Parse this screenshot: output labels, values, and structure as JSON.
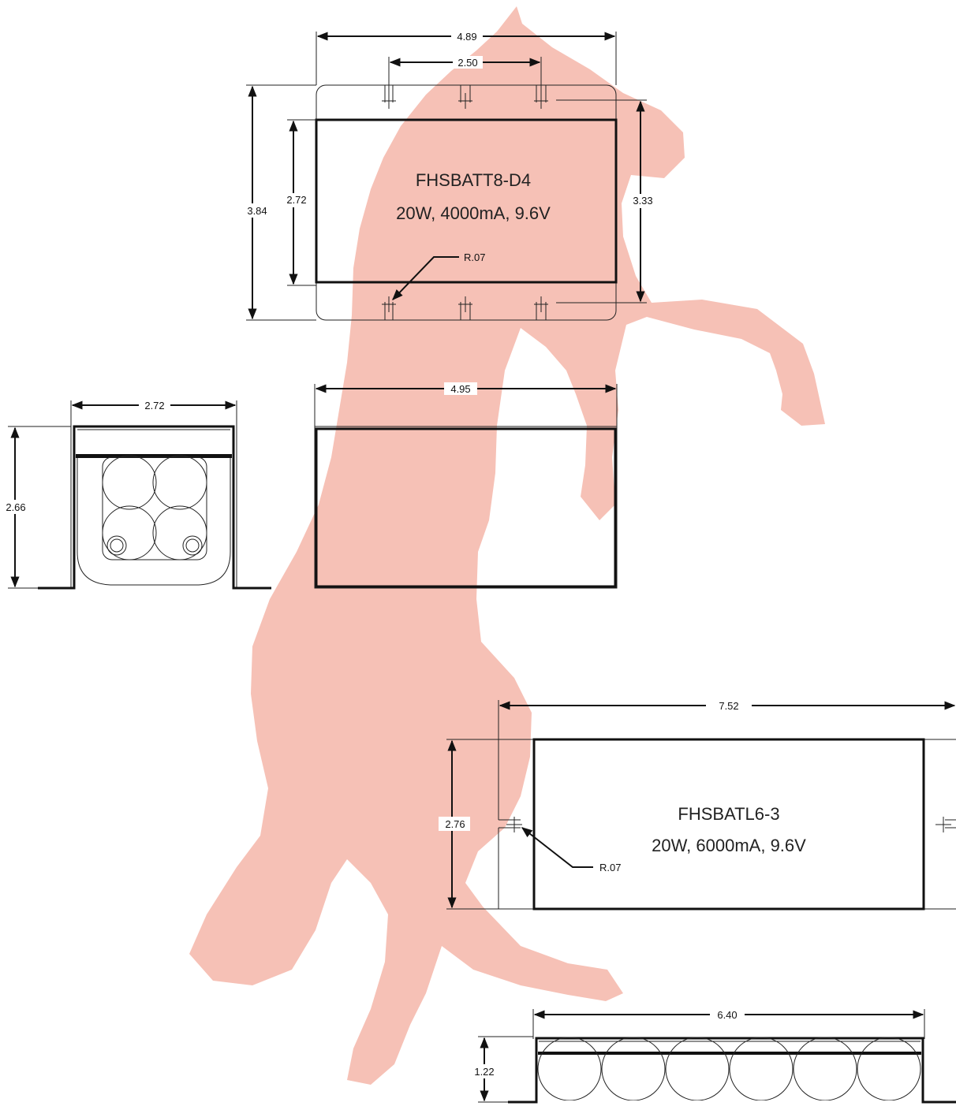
{
  "watermark_color": "#f6c1b6",
  "pack1": {
    "model": "FHSBATT8-D4",
    "spec": "20W, 4000mA, 9.6V",
    "dims": {
      "overall_width": "4.89",
      "mount_spacing": "2.50",
      "overall_height": "3.84",
      "body_height": "2.72",
      "mount_height": "3.33",
      "radius": "R.07",
      "side_length": "4.95",
      "end_width": "2.72",
      "end_height": "2.66"
    }
  },
  "pack2": {
    "model": "FHSBATL6-3",
    "spec": "20W, 6000mA, 9.6V",
    "dims": {
      "overall_width": "7.52",
      "overall_height": "2.76",
      "radius": "R.07",
      "body_length": "6.40",
      "body_height": "1.22"
    }
  }
}
